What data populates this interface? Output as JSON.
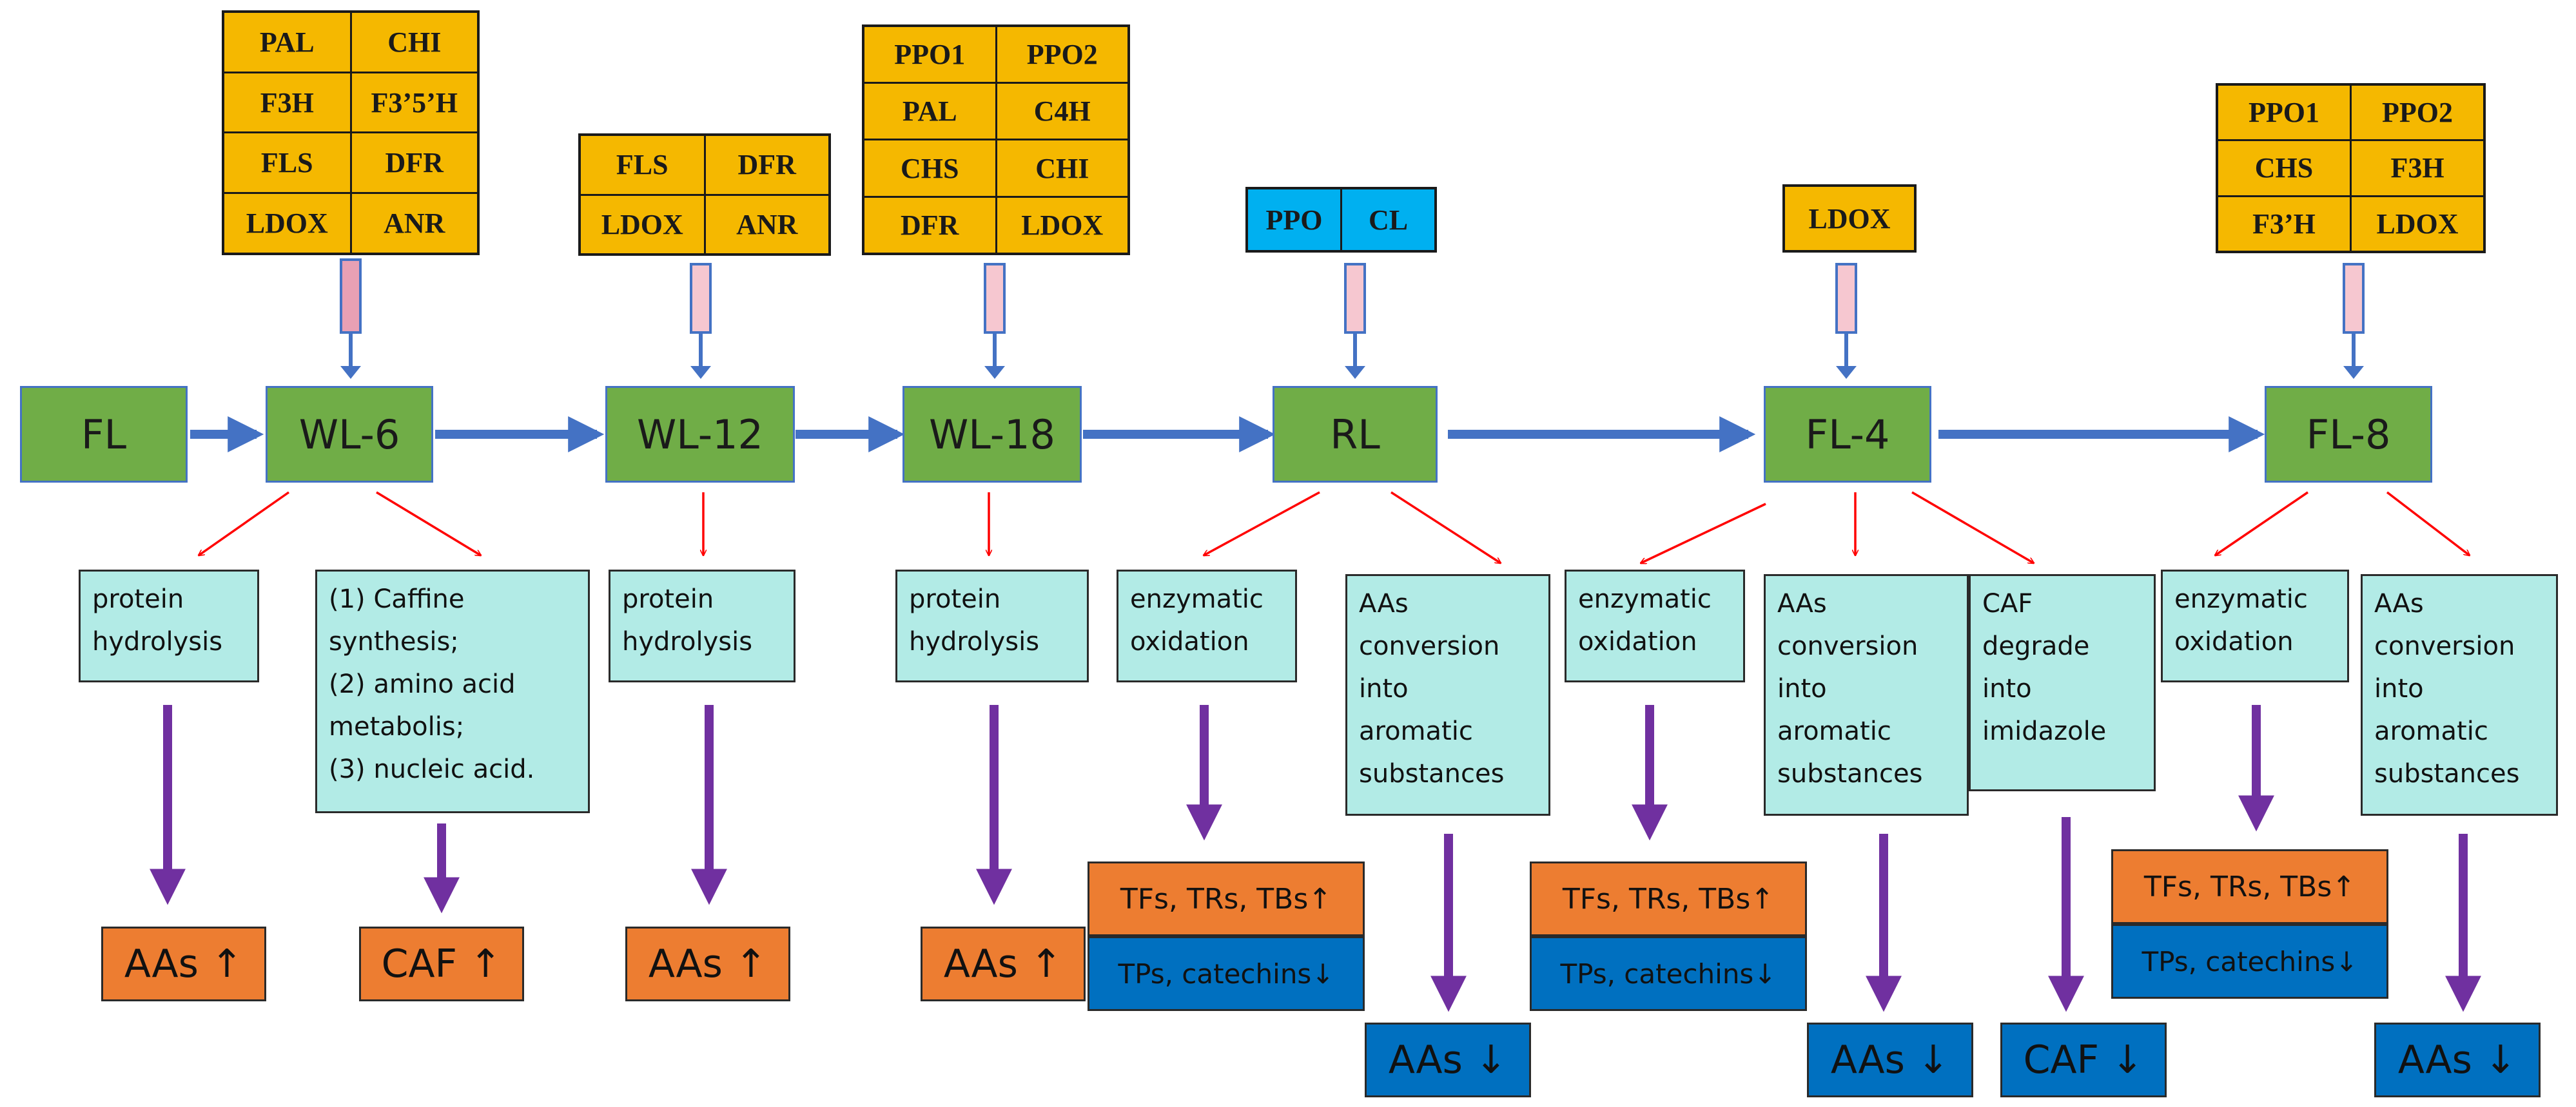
{
  "stages": {
    "fl": "FL",
    "wl6": "WL-6",
    "wl12": "WL-12",
    "wl18": "WL-18",
    "rl": "RL",
    "fl4": "FL-4",
    "fl8": "FL-8"
  },
  "genes": {
    "wl6": [
      [
        "PAL",
        "CHI"
      ],
      [
        "F3H",
        "F3’5’H"
      ],
      [
        "FLS",
        "DFR"
      ],
      [
        "LDOX",
        "ANR"
      ]
    ],
    "wl12": [
      [
        "FLS",
        "DFR"
      ],
      [
        "LDOX",
        "ANR"
      ]
    ],
    "wl18": [
      [
        "PPO1",
        "PPO2"
      ],
      [
        "PAL",
        "C4H"
      ],
      [
        "CHS",
        "CHI"
      ],
      [
        "DFR",
        "LDOX"
      ]
    ],
    "rl": [
      [
        "PPO",
        "CL"
      ]
    ],
    "fl4": [
      [
        "LDOX"
      ]
    ],
    "fl8": [
      [
        "PPO1",
        "PPO2"
      ],
      [
        "CHS",
        "F3H"
      ],
      [
        "F3’H",
        "LDOX"
      ]
    ]
  },
  "processes": {
    "wl6_a": "protein\nhydrolysis",
    "wl6_b": "(1) Caffine\nsynthesis;\n(2) amino acid\nmetabolis;\n(3) nucleic acid.",
    "wl12": "protein\nhydrolysis",
    "wl18": "protein\nhydrolysis",
    "rl_a": "enzymatic\noxidation",
    "rl_b": "AAs\nconversion\ninto\naromatic\nsubstances",
    "fl4_a": "enzymatic\noxidation",
    "fl4_b": "AAs\nconversion\ninto\naromatic\nsubstances",
    "fl4_c": "CAF\ndegrade\ninto\nimidazole",
    "fl8_a": "enzymatic\noxidation",
    "fl8_b": "AAs\nconversion\ninto\naromatic\nsubstances"
  },
  "results": {
    "wl6_a": "AAs ↑",
    "wl6_b": "CAF ↑",
    "wl12": "AAs ↑",
    "wl18": "AAs ↑",
    "tfs_up": "TFs, TRs, TBs↑",
    "tps_down": "TPs, catechins↓",
    "aas_down": "AAs ↓",
    "caf_down": "CAF ↓"
  },
  "colors": {
    "stage_fill": "#70ad47",
    "gene_fill": "#f5b800",
    "enzyme_fill": "#00b0f0",
    "process_fill": "#b2ebe6",
    "up_fill": "#ed7d31",
    "down_fill": "#0070c0",
    "flow_arrow": "#4472c4",
    "branch_arrow": "#ff0000",
    "result_arrow": "#7030a0"
  }
}
